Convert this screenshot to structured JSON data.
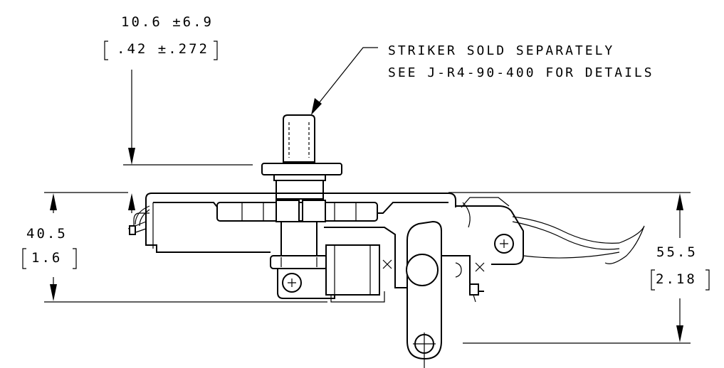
{
  "dimensions": {
    "top_offset": {
      "value": "10.6 ±6.9",
      "inch": ".42 ±.272"
    },
    "left_height": {
      "value": "40.5",
      "inch": "1.6"
    },
    "right_height": {
      "value": "55.5",
      "inch": "2.18"
    }
  },
  "note": {
    "line1": "STRIKER SOLD SEPARATELY",
    "line2": "SEE J-R4-90-400 FOR DETAILS"
  }
}
